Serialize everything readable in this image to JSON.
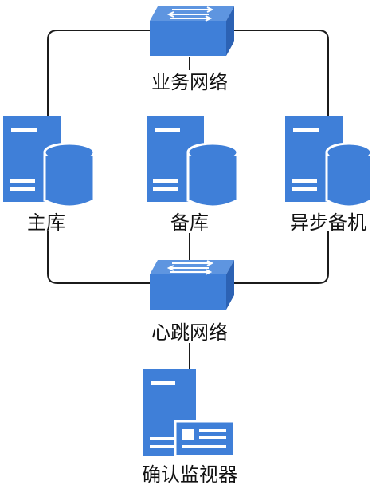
{
  "colors": {
    "server_blue": "#3f7fd8",
    "server_dark": "#2c62b4",
    "line": "#1b1b1b",
    "background": "#ffffff"
  },
  "nodes": {
    "business_network": {
      "label": "业务网络",
      "icon": "network-switch-icon"
    },
    "primary_db": {
      "label": "主库",
      "icon": "database-server-icon"
    },
    "standby_db": {
      "label": "备库",
      "icon": "database-server-icon"
    },
    "async_standby": {
      "label": "异步备机",
      "icon": "database-server-icon"
    },
    "heartbeat_network": {
      "label": "心跳网络",
      "icon": "network-switch-icon"
    },
    "confirm_monitor": {
      "label": "确认监视器",
      "icon": "monitor-server-icon"
    }
  }
}
